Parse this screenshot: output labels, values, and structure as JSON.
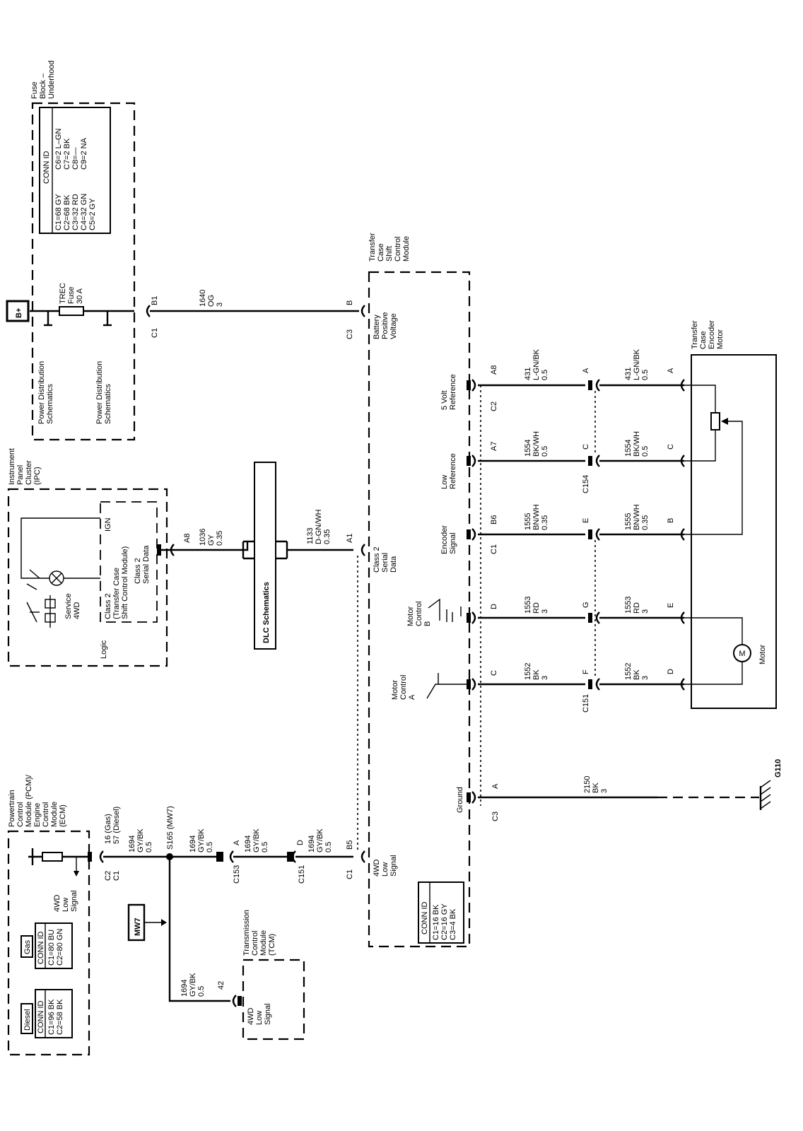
{
  "battery": {
    "label": "B+"
  },
  "fuse_block": {
    "title": [
      "Fuse",
      "Block –",
      "Underhood"
    ],
    "conn_header": "CONN ID",
    "conn_col1": [
      "C1=68 GY",
      "C2=68 BK",
      "C3=32 RD",
      "C4=32 GN",
      "C5=2 GY"
    ],
    "conn_col2": [
      "C6=2 L–GN",
      "C7=2 BK",
      "C8=—",
      "C9=2 NA"
    ],
    "fuse_label": [
      "TREC",
      "Fuse",
      "30 A"
    ],
    "pds_1": [
      "Power Distribution",
      "Schematics"
    ],
    "pds_2": [
      "Power Distribution",
      "Schematics"
    ],
    "pin": "B1",
    "conn": "C1"
  },
  "wire_1640": {
    "circuit": "1640",
    "color": "OG",
    "gauge": "3"
  },
  "tcscm": {
    "title": [
      "Transfer",
      "Case",
      "Shift",
      "Control",
      "Module"
    ],
    "battery_pin": "B",
    "battery_conn": "C3",
    "battery_label": [
      "Battery",
      "Positive",
      "Voltage"
    ],
    "class2_pin": "A1",
    "class2_label": [
      "Class 2",
      "Serial",
      "Data"
    ],
    "lowsig_pin": "B5",
    "lowsig_conn": "C1",
    "lowsig_label": [
      "4WD",
      "Low",
      "Signal"
    ],
    "conn_header": "CONN ID",
    "conn_ids": [
      "C1=16 BK",
      "C2=16 GY",
      "C3=4 BK"
    ],
    "ref5_label": [
      "5 Volt",
      "Reference"
    ],
    "ref5_pin": "A8",
    "ref5_conn": "C2",
    "lowref_label": [
      "Low",
      "Reference"
    ],
    "lowref_pin": "A7",
    "enc_label": [
      "Encoder",
      "Signal"
    ],
    "enc_pin": "B6",
    "enc_conn": "C1",
    "motb_label": [
      "Motor",
      "Control",
      "B"
    ],
    "motb_pin": "D",
    "mota_label": [
      "Motor",
      "Control",
      "A"
    ],
    "mota_pin": "C",
    "gnd_label": "Ground",
    "gnd_pin": "A",
    "gnd_conn": "C3"
  },
  "ipc": {
    "title": [
      "Instrument",
      "Panel",
      "Cluster",
      "(IPC)"
    ],
    "logic": "Logic",
    "ign": "IGN",
    "inner": [
      "Class 2",
      "(Transfer Case",
      "Shift Control Module)"
    ],
    "serial": [
      "Class 2",
      "Serial Data"
    ],
    "lamp": [
      "Service",
      "4WD"
    ],
    "pin": "A8"
  },
  "wire_1036": {
    "circuit": "1036",
    "color": "GY",
    "gauge": "0.35"
  },
  "dlc": {
    "label": "DLC Schematics"
  },
  "wire_1133": {
    "circuit": "1133",
    "color": "D-GN/WH",
    "gauge": "0.35"
  },
  "pcm": {
    "title": [
      "Powertrain",
      "Control",
      "Module (PCM)/",
      "Engine",
      "Control",
      "Module",
      "(ECM)"
    ],
    "pin": [
      "16 (Gas)",
      "57 (Diesel)"
    ],
    "conn": [
      "C2",
      "C1"
    ],
    "signal": [
      "4WD",
      "Low",
      "Signal"
    ],
    "gas_tag": "Gas",
    "gas_header": "CONN ID",
    "gas_ids": [
      "C1=80 BU",
      "C2=80 GN"
    ],
    "diesel_tag": "Diesel",
    "diesel_header": "CONN ID",
    "diesel_ids": [
      "C1=96 BK",
      "C2=58 BK"
    ]
  },
  "wire_1694": {
    "circuit": "1694",
    "color": "GY/BK",
    "gauge": "0.5"
  },
  "splice": {
    "label": "S165 (MW7)",
    "option": "MW7"
  },
  "c153": {
    "pin": "A",
    "name": "C153"
  },
  "c151_top": {
    "pin": "D",
    "name": "C151"
  },
  "tcm": {
    "title": [
      "Transmission",
      "Control",
      "Module",
      "(TCM)"
    ],
    "pin": "42",
    "signal": [
      "4WD",
      "Low",
      "Signal"
    ]
  },
  "wire_431": {
    "circuit": "431",
    "color": "L-GN/BK",
    "gauge": "0.5"
  },
  "wire_1554": {
    "circuit": "1554",
    "color": "BK/WH",
    "gauge": "0.5"
  },
  "wire_1555": {
    "circuit": "1555",
    "color": "BN/WH",
    "gauge": "0.35"
  },
  "wire_1553": {
    "circuit": "1553",
    "color": "RD",
    "gauge": "3"
  },
  "wire_1552": {
    "circuit": "1552",
    "color": "BK",
    "gauge": "3"
  },
  "wire_2150": {
    "circuit": "2150",
    "color": "BK",
    "gauge": "3"
  },
  "c154": {
    "name": "C154",
    "pins": [
      "A",
      "C",
      "E"
    ]
  },
  "c151": {
    "name": "C151",
    "pins": [
      "G",
      "F"
    ]
  },
  "encoder_motor": {
    "title": [
      "Transfer",
      "Case",
      "Encoder",
      "Motor"
    ],
    "pins": [
      "A",
      "C",
      "B",
      "E",
      "D"
    ],
    "motor_symbol": "M",
    "motor_label": "Motor"
  },
  "ground": {
    "name": "G110"
  }
}
